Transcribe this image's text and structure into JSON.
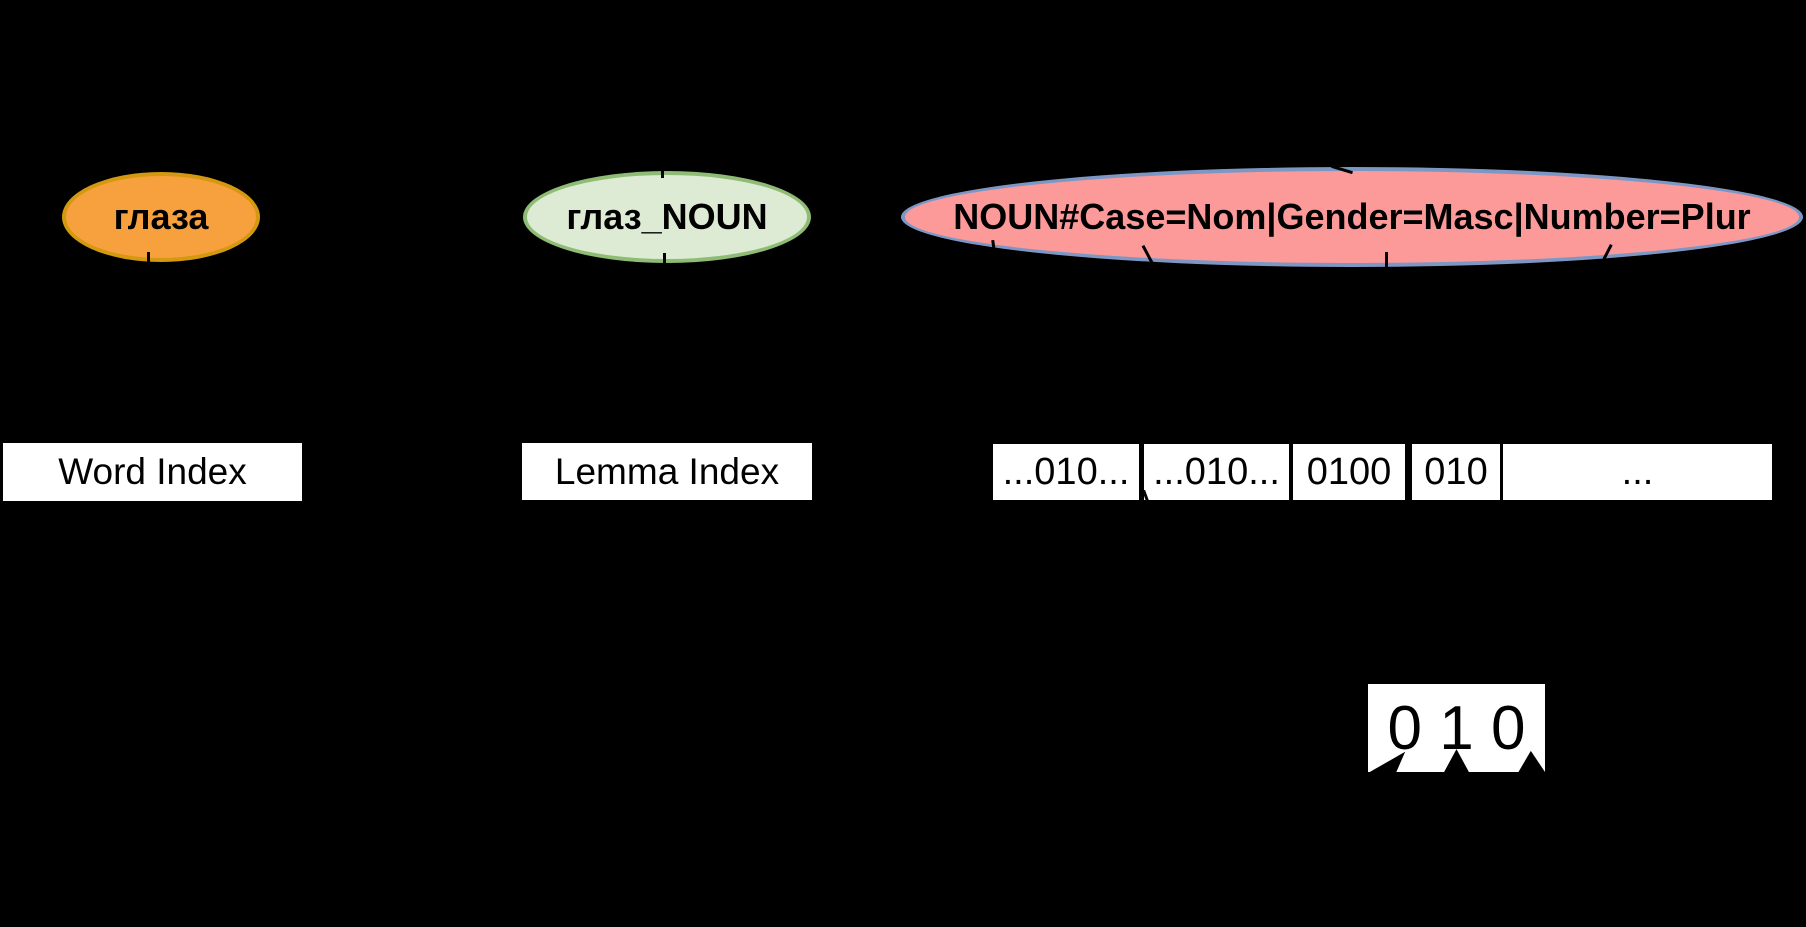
{
  "background_color": "#000000",
  "nodes": {
    "word": {
      "label": "глаза",
      "fill": "#F7A13E",
      "border": "#D4990F"
    },
    "lemma": {
      "label": "глаз_NOUN",
      "fill": "#DEEBD4",
      "border": "#8FBC74"
    },
    "morph": {
      "label": "NOUN#Case=Nom|Gender=Masc|Number=Plur",
      "fill": "#FC9A9A",
      "border": "#7D97C5"
    }
  },
  "index_boxes": {
    "word_label": "Word Index",
    "lemma_label": "Lemma Index"
  },
  "bit_row": {
    "cells": [
      "...010...",
      "...010...",
      "0100",
      "010",
      "..."
    ]
  },
  "bits_box": {
    "value": "0 1 0"
  }
}
